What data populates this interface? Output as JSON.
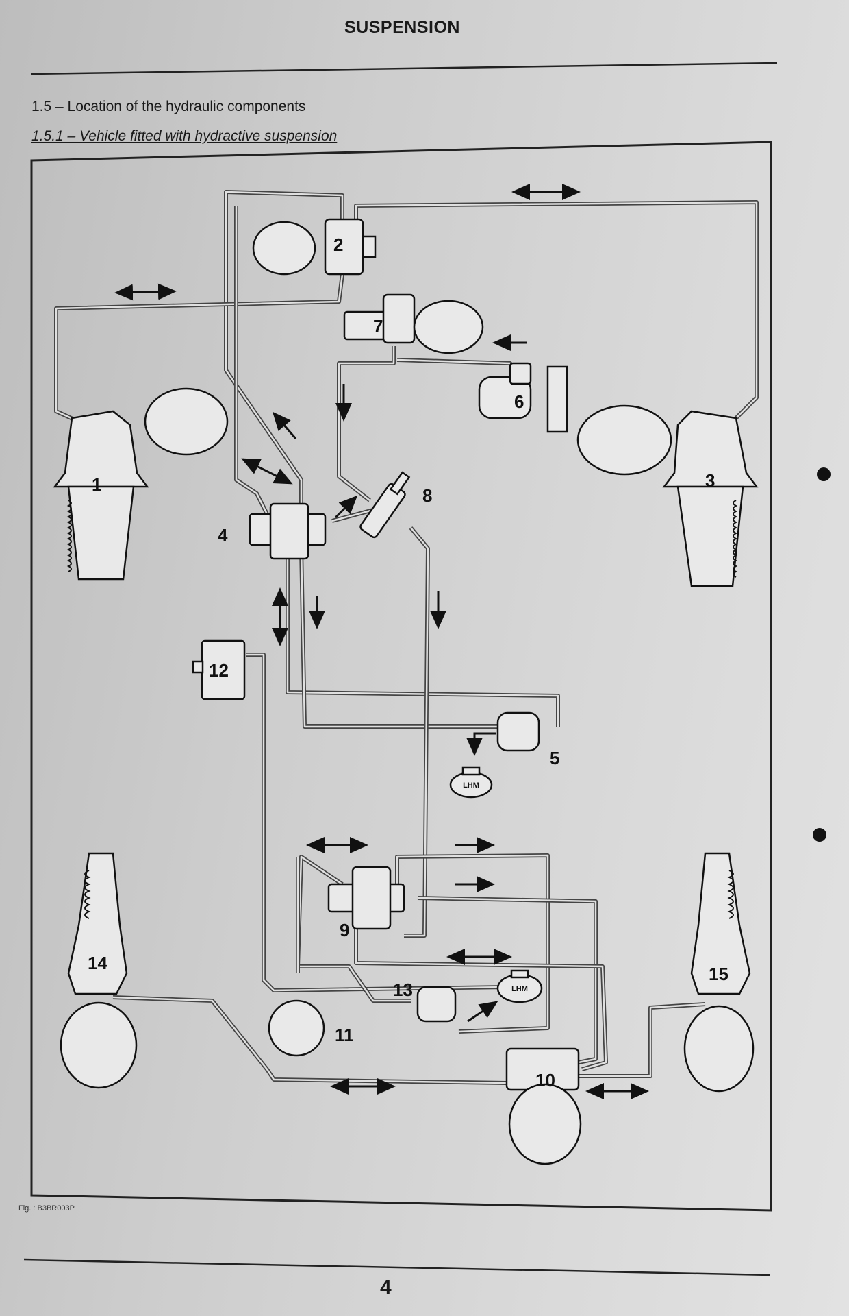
{
  "header": {
    "title": "SUSPENSION"
  },
  "section": {
    "heading": "1.5 – Location of the hydraulic components",
    "subheading": "1.5.1 – Vehicle fitted with hydractive suspension"
  },
  "diagram": {
    "component_labels": [
      "1",
      "2",
      "3",
      "4",
      "5",
      "6",
      "7",
      "8",
      "9",
      "10",
      "11",
      "12",
      "13",
      "14",
      "15"
    ],
    "reservoir_labels": [
      "LHM",
      "LHM"
    ],
    "figure_ref": "Fig. : B3BR003P"
  },
  "footer": {
    "page_number": "4"
  },
  "colors": {
    "paper": "#d4d4d4",
    "ink": "#111111"
  }
}
